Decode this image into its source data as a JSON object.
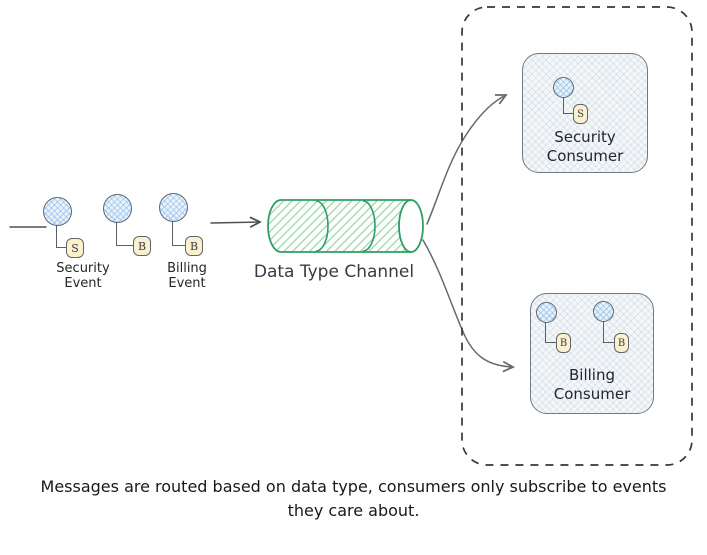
{
  "producers": {
    "security": {
      "badge": "S",
      "label": "Security\nEvent"
    },
    "billing_a": {
      "badge": "B"
    },
    "billing_b": {
      "badge": "B",
      "label": "Billing\nEvent"
    }
  },
  "channel": {
    "label": "Data Type Channel"
  },
  "consumers": {
    "security": {
      "badge": "S",
      "title": "Security\nConsumer"
    },
    "billing": {
      "badge_a": "B",
      "badge_b": "B",
      "title": "Billing\nConsumer"
    }
  },
  "caption": "Messages are routed based on data type, consumers only subscribe to events\nthey care about.",
  "icons": {
    "channel": "cylinder-icon",
    "event": "circle-with-type-badge-icon",
    "boundary": "dashed-rounded-rectangle"
  },
  "colors": {
    "channel_stroke": "#2f9e62",
    "channel_hatch": "#9bd2ab",
    "event_circle_fill": "#eaf3fc",
    "badge_fill": "#fbf1cf",
    "card_fill": "#f4f7f9",
    "arrow": "#64696e",
    "text": "#22272e"
  }
}
